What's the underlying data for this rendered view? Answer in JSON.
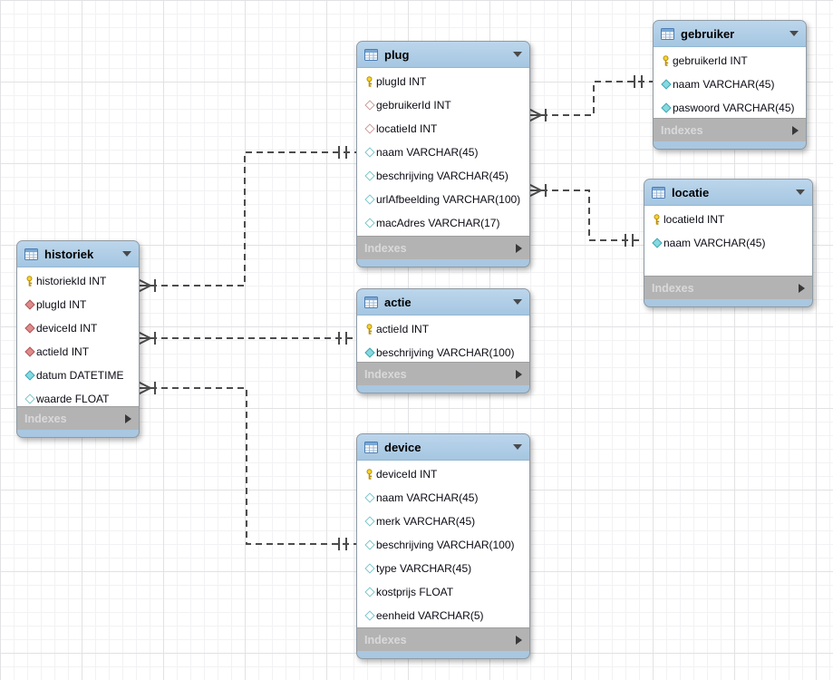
{
  "labels": {
    "indexes": "Indexes"
  },
  "diagram": {
    "tables": [
      {
        "name": "plug",
        "columns": [
          {
            "label": "plugId INT",
            "icon": "primary-key"
          },
          {
            "label": "gebruikerId INT",
            "icon": "fk-nullable"
          },
          {
            "label": "locatieId INT",
            "icon": "fk-nullable"
          },
          {
            "label": "naam VARCHAR(45)",
            "icon": "attr-nullable"
          },
          {
            "label": "beschrijving VARCHAR(45)",
            "icon": "attr-nullable"
          },
          {
            "label": "urlAfbeelding VARCHAR(100)",
            "icon": "attr-nullable"
          },
          {
            "label": "macAdres VARCHAR(17)",
            "icon": "attr-nullable"
          }
        ]
      },
      {
        "name": "gebruiker",
        "columns": [
          {
            "label": "gebruikerId INT",
            "icon": "primary-key"
          },
          {
            "label": "naam VARCHAR(45)",
            "icon": "attr-notnull"
          },
          {
            "label": "paswoord VARCHAR(45)",
            "icon": "attr-notnull"
          }
        ]
      },
      {
        "name": "locatie",
        "columns": [
          {
            "label": "locatieId INT",
            "icon": "primary-key"
          },
          {
            "label": "naam VARCHAR(45)",
            "icon": "attr-notnull"
          }
        ]
      },
      {
        "name": "historiek",
        "columns": [
          {
            "label": "historiekId INT",
            "icon": "primary-key"
          },
          {
            "label": "plugId INT",
            "icon": "fk-notnull"
          },
          {
            "label": "deviceId INT",
            "icon": "fk-notnull"
          },
          {
            "label": "actieId INT",
            "icon": "fk-notnull"
          },
          {
            "label": "datum DATETIME",
            "icon": "attr-notnull"
          },
          {
            "label": "waarde FLOAT",
            "icon": "attr-nullable"
          }
        ]
      },
      {
        "name": "actie",
        "columns": [
          {
            "label": "actieId INT",
            "icon": "primary-key"
          },
          {
            "label": "beschrijving VARCHAR(100)",
            "icon": "attr-notnull"
          }
        ]
      },
      {
        "name": "device",
        "columns": [
          {
            "label": "deviceId INT",
            "icon": "primary-key"
          },
          {
            "label": "naam VARCHAR(45)",
            "icon": "attr-nullable"
          },
          {
            "label": "merk VARCHAR(45)",
            "icon": "attr-nullable"
          },
          {
            "label": "beschrijving VARCHAR(100)",
            "icon": "attr-nullable"
          },
          {
            "label": "type VARCHAR(45)",
            "icon": "attr-nullable"
          },
          {
            "label": "kostprijs FLOAT",
            "icon": "attr-nullable"
          },
          {
            "label": "eenheid VARCHAR(5)",
            "icon": "attr-nullable"
          }
        ]
      }
    ],
    "relationships": [
      {
        "from": "historiek.plugId",
        "to": "plug.plugId",
        "cardinality": "many-to-one",
        "line": "dashed"
      },
      {
        "from": "historiek.actieId",
        "to": "actie.actieId",
        "cardinality": "many-to-one",
        "line": "dashed"
      },
      {
        "from": "historiek.deviceId",
        "to": "device.deviceId",
        "cardinality": "many-to-one",
        "line": "dashed"
      },
      {
        "from": "plug.gebruikerId",
        "to": "gebruiker.gebruikerId",
        "cardinality": "many-to-one",
        "line": "dashed"
      },
      {
        "from": "plug.locatieId",
        "to": "locatie.locatieId",
        "cardinality": "many-to-one",
        "line": "dashed"
      }
    ],
    "colors": {
      "header_blue": "#adcbe4",
      "footer_gray": "#b3b3b3",
      "strip_blue": "#a9c7e0",
      "key_yellow": "#f3c71c",
      "fk_red": "#dd8b8b",
      "attr_teal": "#86d9df",
      "line_gray": "#4c4c4c"
    }
  }
}
